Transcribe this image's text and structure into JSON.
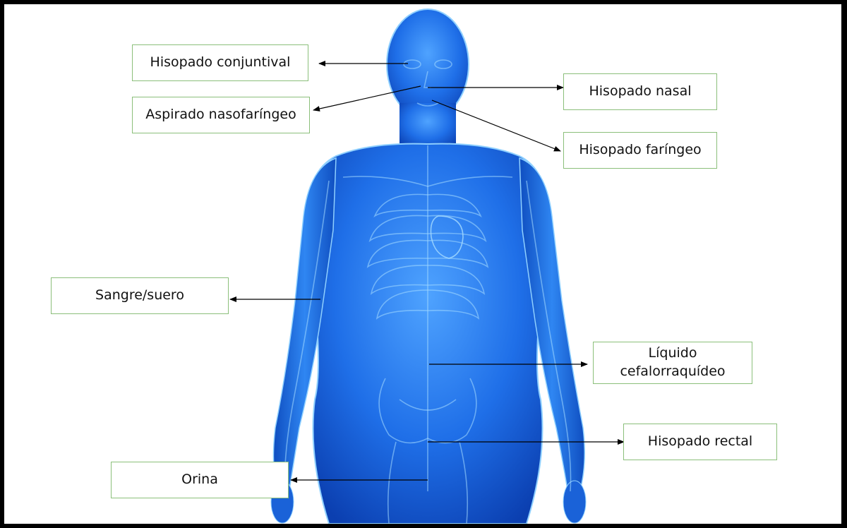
{
  "labels": {
    "conjunctival": "Hisopado conjuntival",
    "nasopharyngeal": "Aspirado nasofaríngeo",
    "nasal": "Hisopado nasal",
    "pharyngeal": "Hisopado faríngeo",
    "blood": "Sangre/suero",
    "csf_line1": "Líquido",
    "csf_line2": "cefalorraquídeo",
    "rectal": "Hisopado rectal",
    "urine": "Orina"
  },
  "colors": {
    "background": "#000000",
    "panel": "#ffffff",
    "box_border": "#8bbf7a",
    "body_fill": "#1d6fe8",
    "body_glow": "#7fc4ff",
    "arrow": "#000000"
  },
  "icons": {
    "figure": "human-anatomy-figure",
    "arrow": "arrow-pointer"
  }
}
